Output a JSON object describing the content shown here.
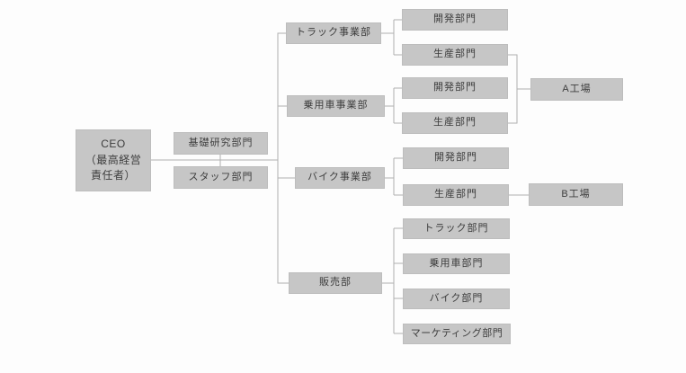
{
  "org_chart": {
    "type": "organization-chart",
    "language": "ja",
    "colors": {
      "node_fill": "#c6c6c6",
      "node_border": "#bdbdbd",
      "line": "#b0b0b0",
      "text": "#3d3d3d",
      "background": "#fdfdfd"
    },
    "nodes": {
      "ceo": {
        "label": "CEO\n（最高経営\n責任者）"
      },
      "basic_research": {
        "label": "基礎研究部門"
      },
      "staff": {
        "label": "スタッフ部門"
      },
      "truck_division": {
        "label": "トラック事業部"
      },
      "car_division": {
        "label": "乗用車事業部"
      },
      "bike_division": {
        "label": "バイク事業部"
      },
      "sales_department": {
        "label": "販売部"
      },
      "truck_dev": {
        "label": "開発部門"
      },
      "truck_prod": {
        "label": "生産部門"
      },
      "car_dev": {
        "label": "開発部門"
      },
      "car_prod": {
        "label": "生産部門"
      },
      "bike_dev": {
        "label": "開発部門"
      },
      "bike_prod": {
        "label": "生産部門"
      },
      "factory_a": {
        "label": "A工場"
      },
      "factory_b": {
        "label": "B工場"
      },
      "sales_truck": {
        "label": "トラック部門"
      },
      "sales_car": {
        "label": "乗用車部門"
      },
      "sales_bike": {
        "label": "バイク部門"
      },
      "sales_marketing": {
        "label": "マーケティング部門"
      }
    },
    "edges": [
      [
        "ceo",
        "basic_research"
      ],
      [
        "ceo",
        "staff"
      ],
      [
        "ceo",
        "truck_division"
      ],
      [
        "ceo",
        "car_division"
      ],
      [
        "ceo",
        "bike_division"
      ],
      [
        "ceo",
        "sales_department"
      ],
      [
        "truck_division",
        "truck_dev"
      ],
      [
        "truck_division",
        "truck_prod"
      ],
      [
        "car_division",
        "car_dev"
      ],
      [
        "car_division",
        "car_prod"
      ],
      [
        "bike_division",
        "bike_dev"
      ],
      [
        "bike_division",
        "bike_prod"
      ],
      [
        "truck_prod",
        "factory_a"
      ],
      [
        "car_prod",
        "factory_a"
      ],
      [
        "bike_prod",
        "factory_b"
      ],
      [
        "sales_department",
        "sales_truck"
      ],
      [
        "sales_department",
        "sales_car"
      ],
      [
        "sales_department",
        "sales_bike"
      ],
      [
        "sales_department",
        "sales_marketing"
      ]
    ]
  }
}
